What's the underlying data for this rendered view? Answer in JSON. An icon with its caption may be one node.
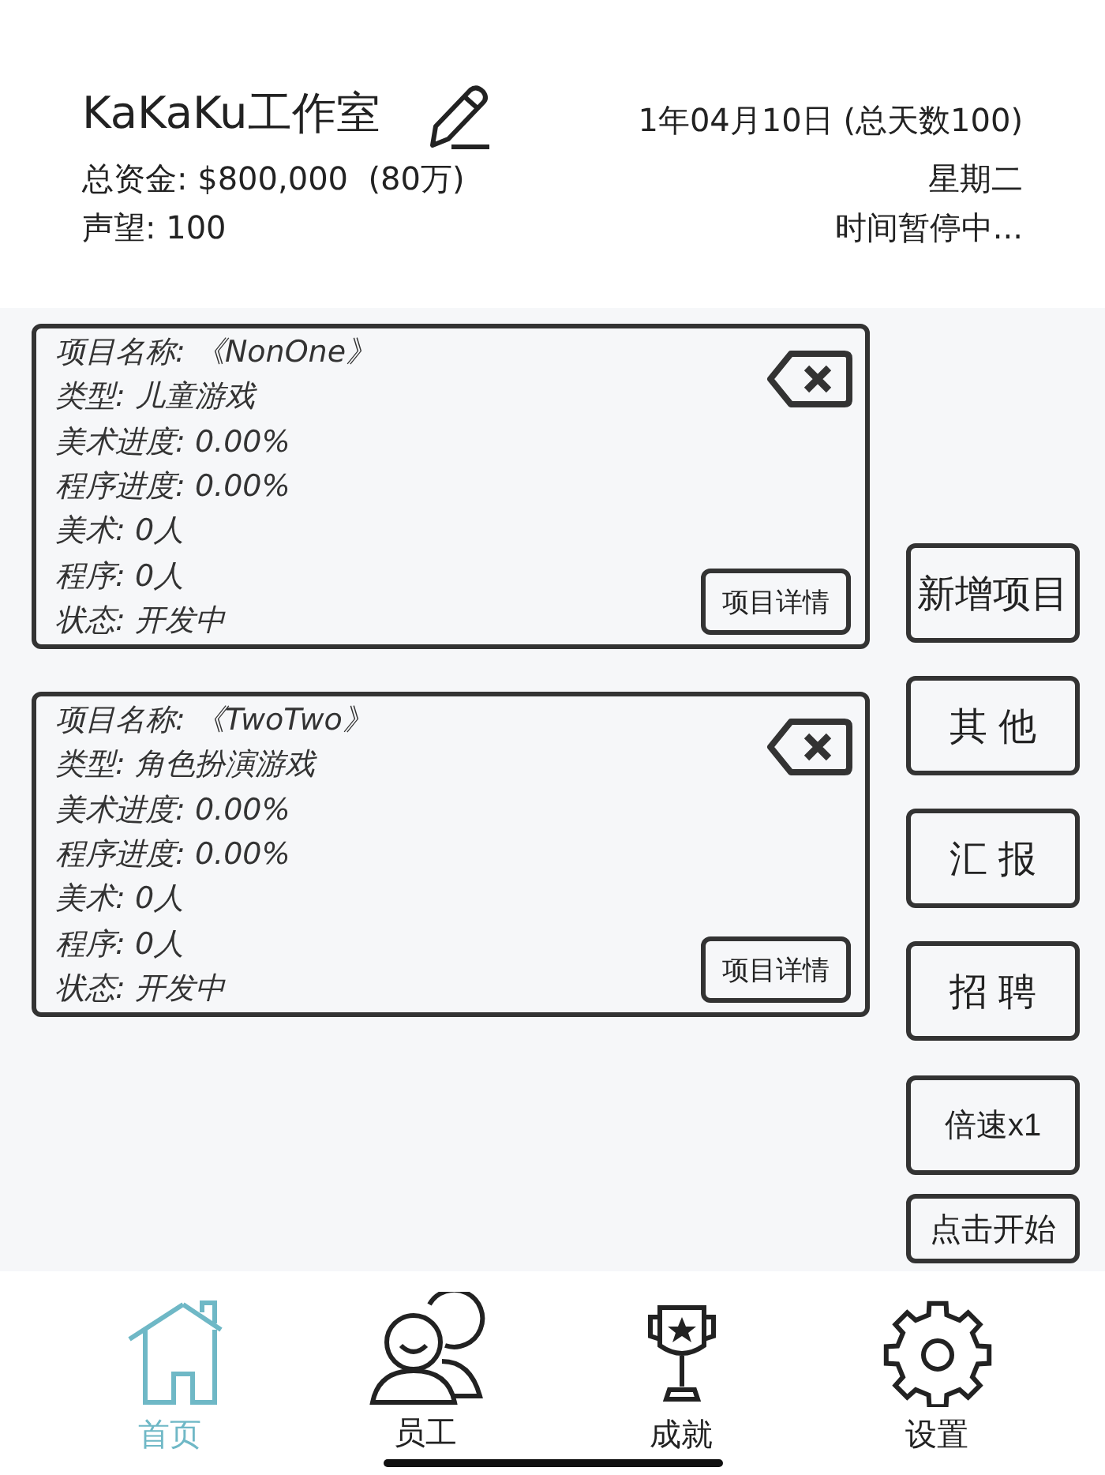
{
  "diagram": {
    "nodes": [
      {
        "text": [
          "项目名称: 《NonOne》",
          "类型: 儿童游戏",
          "美术进度: 0.00%",
          "程序进度: 0.00%",
          "美术: 0人",
          "程序: 0人",
          "状态: 开发中"
        ]
      },
      {
        "text": [
          "项目详情"
        ],
        "in": 0
      },
      {
        "text": [
          "项目名称: 《TwoTwo》",
          "类型: 角色扮演游戏",
          "美术进度: 0.00%",
          "程序进度: 0.00%",
          "美术: 0人",
          "程序: 0人",
          "状态: 开发中"
        ]
      },
      {
        "text": [
          "项目详情"
        ],
        "in": 2
      },
      {
        "text": [
          "新增项目"
        ]
      },
      {
        "text": [
          "其 他"
        ]
      },
      {
        "text": [
          "汇 报"
        ]
      },
      {
        "text": [
          "招 聘"
        ]
      },
      {
        "text": [
          "倍速x1"
        ]
      },
      {
        "text": [
          "点击开始"
        ]
      },
      {
        "text": [
          "首页"
        ]
      },
      {
        "text": [
          "员工"
        ]
      },
      {
        "text": [
          "成就"
        ]
      },
      {
        "text": [
          "设置"
        ]
      }
    ],
    "labels": [
      "KaKaKu工作室",
      "1年04月10日 (总天数100)",
      "总资金: $800,000  (80万)",
      "星期二",
      "声望: 100",
      "时间暂停中..."
    ]
  }
}
